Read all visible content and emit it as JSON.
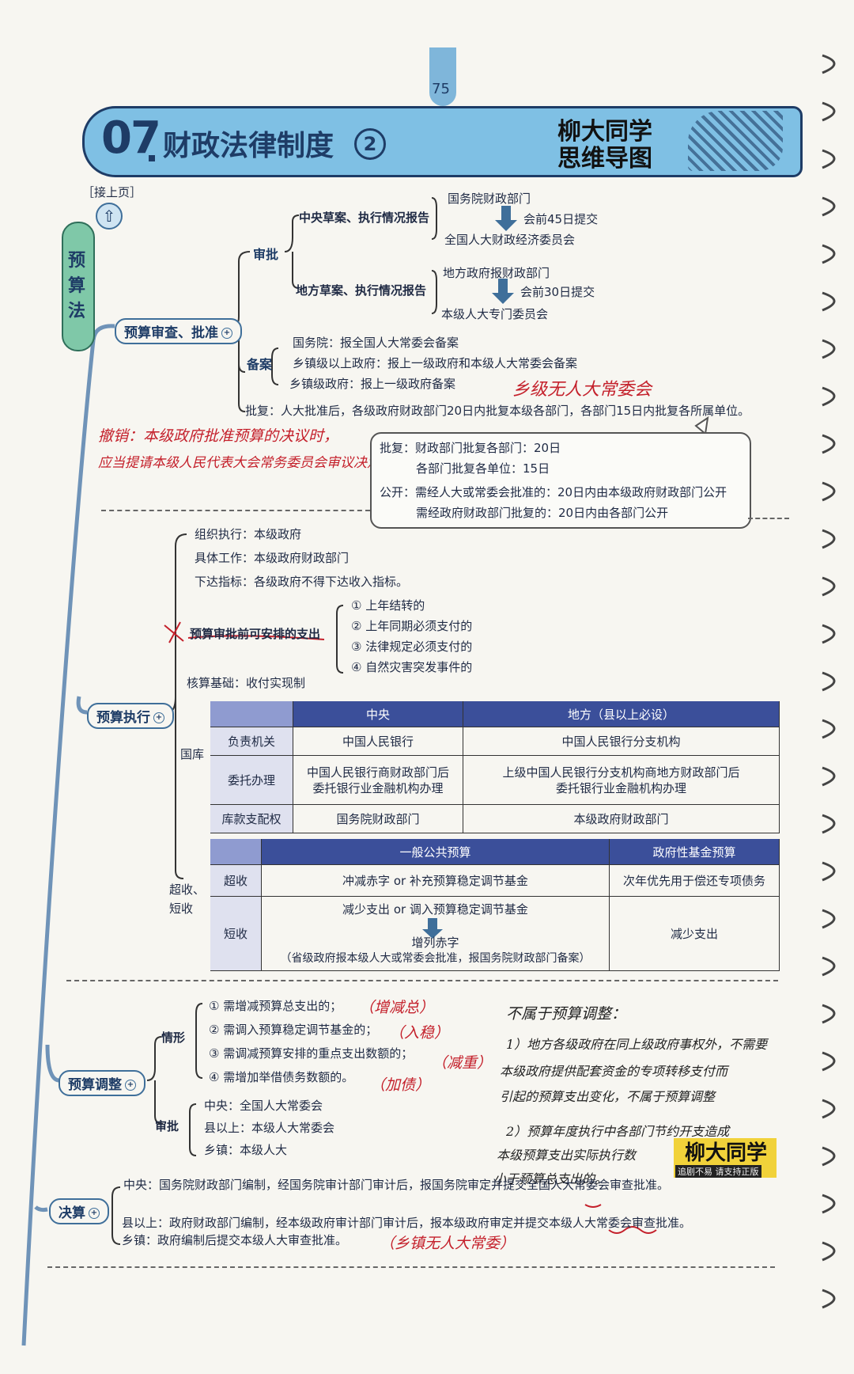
{
  "header": {
    "page_number": "75",
    "chapter_number": "07",
    "title": "财政法律制度",
    "part": "2",
    "logo_text": "柳大同学 思维导图",
    "continued": "［接上页］"
  },
  "root": "预算法",
  "approval": {
    "label": "预算审查、批准",
    "shenpi": "审批",
    "central_report": "中央草案、执行情况报告",
    "central_from": "国务院财政部门",
    "central_deadline": "会前45日提交",
    "central_to": "全国人大财政经济委员会",
    "local_report": "地方草案、执行情况报告",
    "local_from": "地方政府报财政部门",
    "local_deadline": "会前30日提交",
    "local_to": "本级人大专门委员会",
    "beian": "备案",
    "beian_items": [
      "国务院：报全国人大常委会备案",
      "乡镇级以上政府：报上一级政府和本级人大常委会备案",
      "乡镇级政府：报上一级政府备案"
    ],
    "pifu": "批复：人大批准后，各级政府财政部门20日内批复本级各部门，各部门15日内批复各所属单位。",
    "note_handwritten": "乡级无人大常委会"
  },
  "bubble": {
    "line1": "批复：财政部门批复各部门：20日",
    "line2": "各部门批复各单位：15日",
    "line3": "公开：需经人大或常委会批准的：20日内由本级政府财政部门公开",
    "line4": "需经政府财政部门批复的：20日内由各部门公开"
  },
  "handwritten_left": {
    "line1": "撤销：本级政府批准预算的决议时，",
    "line2": "应当提请本级人民代表大会常务委员会审议决定"
  },
  "execution": {
    "label": "预算执行",
    "org": "组织执行：本级政府",
    "work": "具体工作：本级政府财政部门",
    "target": "下达指标：各级政府不得下达收入指标。",
    "before_label": "预算审批前可安排的支出",
    "before_items": [
      "① 上年结转的",
      "② 上年同期必须支付的",
      "③ 法律规定必须支付的",
      "④ 自然灾害突发事件的"
    ],
    "accounting": "核算基础：收付实现制",
    "guoku": "国库",
    "treasury_table": {
      "headers": [
        "",
        "中央",
        "地方（县以上必设）"
      ],
      "rows": [
        [
          "负责机关",
          "中国人民银行",
          "中国人民银行分支机构"
        ],
        [
          "委托办理",
          "中国人民银行商财政部门后\n委托银行业金融机构办理",
          "上级中国人民银行分支机构商地方财政部门后\n委托银行业金融机构办理"
        ],
        [
          "库款支配权",
          "国务院财政部门",
          "本级政府财政部门"
        ]
      ]
    },
    "chaoshou": "超收、\n短收",
    "surplus_table": {
      "headers": [
        "",
        "一般公共预算",
        "政府性基金预算"
      ],
      "row1": [
        "超收",
        "冲减赤字 or 补充预算稳定调节基金",
        "次年优先用于偿还专项债务"
      ],
      "row2_label": "短收",
      "row2_a": "减少支出 or 调入预算稳定调节基金",
      "row2_b": "增列赤字",
      "row2_c": "（省级政府报本级人大或常委会批准，报国务院财政部门备案）",
      "row2_right": "减少支出"
    }
  },
  "adjustment": {
    "label": "预算调整",
    "qingxing": "情形",
    "items": [
      "① 需增减预算总支出的；",
      "② 需调入预算稳定调节基金的；",
      "③ 需调减预算安排的重点支出数额的；",
      "④ 需增加举借债务数额的。"
    ],
    "hand_notes": [
      "（增减总）",
      "（入稳）",
      "（减重）",
      "（加债）"
    ],
    "shenpi": "审批",
    "approvals": [
      "中央：全国人大常委会",
      "县以上：本级人大常委会",
      "乡镇：本级人大"
    ],
    "hand_right": [
      "不属于预算调整：",
      "1）地方各级政府在同上级政府事权外，不需要",
      "本级政府提供配套资金的专项转移支付而",
      "引起的预算支出变化，不属于预算调整",
      "2）预算年度执行中各部门节约开支造成",
      "本级预算支出实际执行数",
      "小于预算总支出的。"
    ]
  },
  "final_accounts": {
    "label": "决算",
    "central": "中央：国务院财政部门编制，经国务院审计部门审计后，报国务院审定并提交全国人大常委会审查批准。",
    "county": "县以上：政府财政部门编制，经本级政府审计部门审计后，报本级政府审定并提交本级人大常委会审查批准。",
    "town": "乡镇：政府编制后提交本级人大审查批准。",
    "hand": "（乡镇无人大常委）"
  },
  "footer_logo": {
    "brand": "柳大同学",
    "slogan": "追剧不易  请支持正版"
  }
}
